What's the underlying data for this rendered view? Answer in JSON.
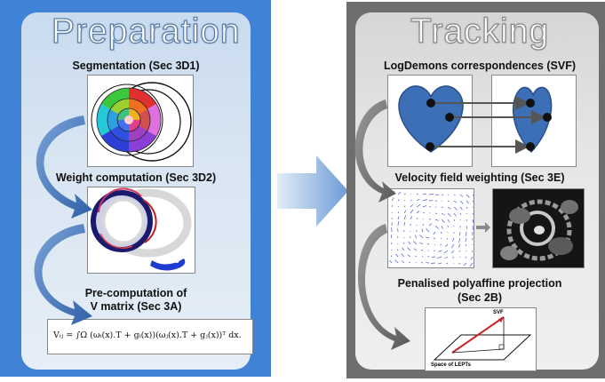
{
  "preparation": {
    "title": "Preparation",
    "steps": [
      {
        "label": "Segmentation (Sec 3D1)"
      },
      {
        "label": "Weight computation (Sec 3D2)"
      },
      {
        "label_line1": "Pre-computation of",
        "label_line2": "V matrix (Sec 3A)"
      }
    ],
    "formula": "Vᵢⱼ = ∫Ω (ωᵢ(x).T + gᵢ(x))(ωⱼ(x).T + gⱼ(x))ᵀ dx."
  },
  "tracking": {
    "title": "Tracking",
    "steps": [
      {
        "label": "LogDemons correspondences (SVF)"
      },
      {
        "label": "Velocity field weighting (Sec 3E)"
      },
      {
        "label_line1": "Penalised polyaffine projection",
        "label_line2": "(Sec 2B)"
      }
    ],
    "projection_svf_label": "SVF",
    "projection_plane_label": "Space of LEPTs"
  },
  "colors": {
    "prep_frame": "#3f82d6",
    "track_frame": "#6e6e6e",
    "heart_fill": "#3d6fb6",
    "flow_arrow": "#3e6fae",
    "svf_arrow": "#cc2222"
  }
}
